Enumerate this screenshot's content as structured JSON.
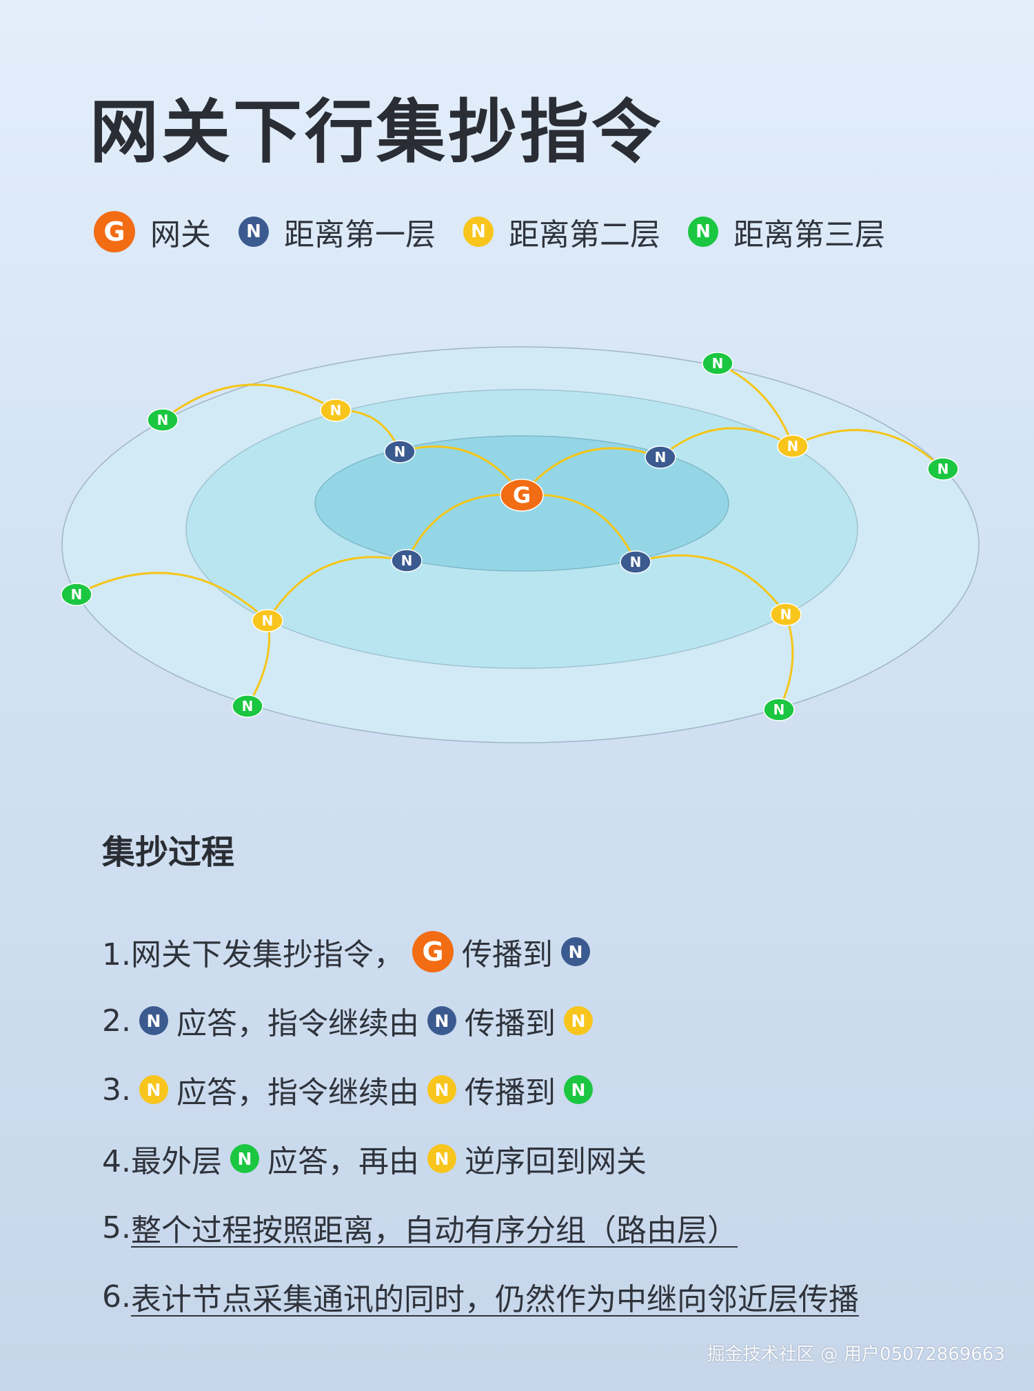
{
  "title": "网关下行集抄指令",
  "legend": [
    {
      "glyph": "G",
      "label": "网关",
      "color": "#f26c14"
    },
    {
      "glyph": "N",
      "label": "距离第一层",
      "color": "#3b5a8f"
    },
    {
      "glyph": "N",
      "label": "距离第二层",
      "color": "#f8c51c"
    },
    {
      "glyph": "N",
      "label": "距离第三层",
      "color": "#1bc641"
    }
  ],
  "diagram": {
    "gateway_glyph": "G",
    "node_glyph": "N",
    "colors": {
      "gateway": "#f26c14",
      "layer1": "#3b5a8f",
      "layer2": "#f8c51c",
      "layer3": "#1bc641",
      "link": "#f5c518",
      "ring_outer": "#d2eaf5",
      "ring_middle": "#b9e5f1",
      "ring_inner": "#94d6e6"
    }
  },
  "section_title": "集抄过程",
  "steps": {
    "s1_text_a": "1.网关下发集抄指令，",
    "s1_text_b": "传播到",
    "s2_text_a": "2.",
    "s2_text_b": "应答，指令继续由",
    "s2_text_c": "传播到",
    "s3_text_a": "3.",
    "s3_text_b": "应答，指令继续由",
    "s3_text_c": "传播到",
    "s4_text_a": "4.最外层",
    "s4_text_b": "应答，再由",
    "s4_text_c": "逆序回到网关",
    "s5_num": "5.",
    "s5_text": "整个过程按照距离，自动有序分组（路由层）",
    "s6_num": "6.",
    "s6_text": "表计节点采集通讯的同时，仍然作为中继向邻近层传播"
  },
  "watermark": "掘金技术社区 @ 用户05072869663"
}
